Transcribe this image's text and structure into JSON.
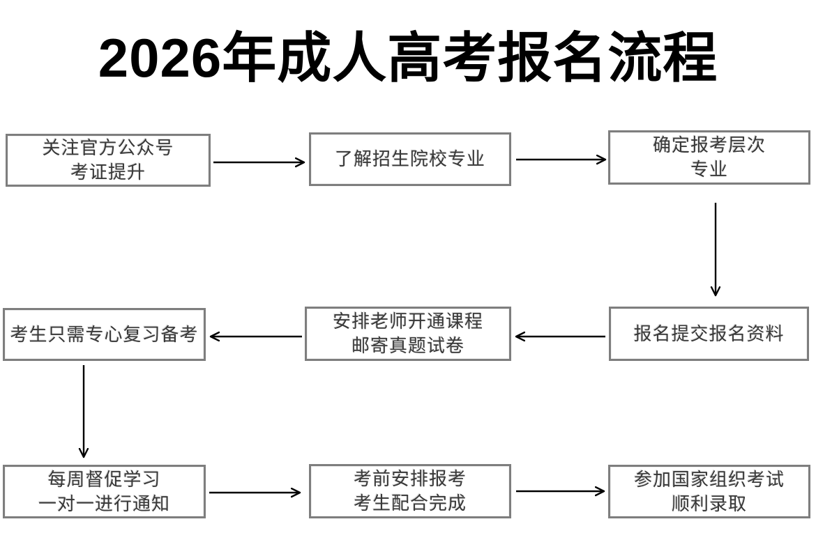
{
  "page": {
    "title": "2026年成人高考报名流程"
  },
  "colors": {
    "background": "#ffffff",
    "title_text": "#000000",
    "box_border": "#7e7e7e",
    "box_text": "#383838",
    "arrow": "#000000"
  },
  "flowchart": {
    "boxes": [
      {
        "step": 1,
        "lines": [
          "关注官方公众号",
          "考证提升"
        ]
      },
      {
        "step": 2,
        "lines": [
          "了解招生院校专业"
        ]
      },
      {
        "step": 3,
        "lines": [
          "确定报考层次",
          "专业"
        ]
      },
      {
        "step": 4,
        "lines": [
          "报名提交报名资料"
        ]
      },
      {
        "step": 5,
        "lines": [
          "安排老师开通课程",
          "邮寄真题试卷"
        ]
      },
      {
        "step": 6,
        "lines": [
          "考生只需专心复习备考"
        ]
      },
      {
        "step": 7,
        "lines": [
          "每周督促学习",
          "一对一进行通知"
        ]
      },
      {
        "step": 8,
        "lines": [
          "考前安排报考",
          "考生配合完成"
        ]
      },
      {
        "step": 9,
        "lines": [
          "参加国家组织考试",
          "顺利录取"
        ]
      }
    ],
    "arrows": [
      {
        "from": 1,
        "to": 2,
        "direction": "right"
      },
      {
        "from": 2,
        "to": 3,
        "direction": "right"
      },
      {
        "from": 3,
        "to": 4,
        "direction": "down"
      },
      {
        "from": 4,
        "to": 5,
        "direction": "left"
      },
      {
        "from": 5,
        "to": 6,
        "direction": "left"
      },
      {
        "from": 6,
        "to": 7,
        "direction": "down"
      },
      {
        "from": 7,
        "to": 8,
        "direction": "right"
      },
      {
        "from": 8,
        "to": 9,
        "direction": "right"
      }
    ]
  }
}
